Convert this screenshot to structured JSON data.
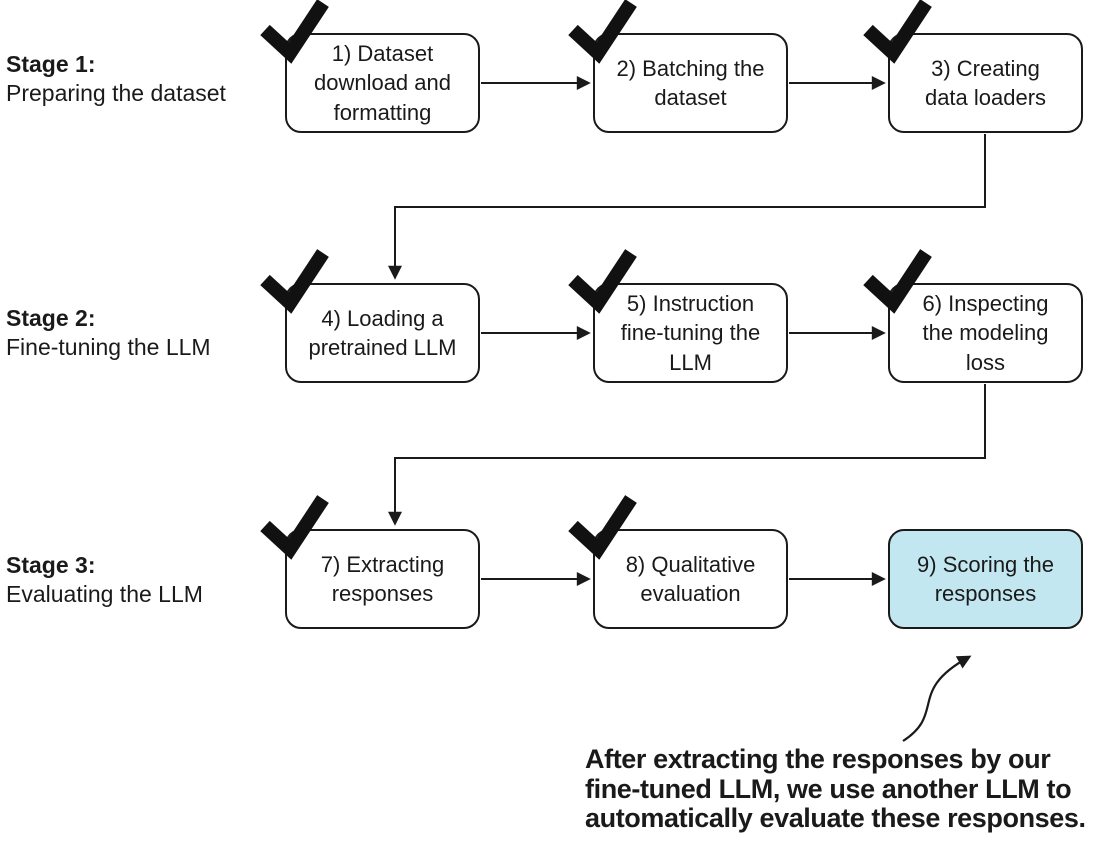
{
  "stages": [
    {
      "title": "Stage 1:",
      "subtitle": "Preparing the dataset"
    },
    {
      "title": "Stage 2:",
      "subtitle": "Fine-tuning the LLM"
    },
    {
      "title": "Stage 3:",
      "subtitle": "Evaluating the LLM"
    }
  ],
  "boxes": [
    {
      "label": "1) Dataset\ndownload and\nformatting",
      "checked": true,
      "highlighted": false
    },
    {
      "label": "2) Batching the\ndataset",
      "checked": true,
      "highlighted": false
    },
    {
      "label": "3) Creating\ndata loaders",
      "checked": true,
      "highlighted": false
    },
    {
      "label": "4) Loading a\npretrained LLM",
      "checked": true,
      "highlighted": false
    },
    {
      "label": "5) Instruction\nfine-tuning the\nLLM",
      "checked": true,
      "highlighted": false
    },
    {
      "label": "6) Inspecting\nthe modeling\nloss",
      "checked": true,
      "highlighted": false
    },
    {
      "label": "7) Extracting\nresponses",
      "checked": true,
      "highlighted": false
    },
    {
      "label": "8) Qualitative\nevaluation",
      "checked": true,
      "highlighted": false
    },
    {
      "label": "9) Scoring the\nresponses",
      "checked": false,
      "highlighted": true
    }
  ],
  "annotation": "After extracting the responses by our\nfine-tuned LLM, we use another LLM to\nautomatically evaluate these responses.",
  "colors": {
    "highlight_fill": "#c3e7f1",
    "box_fill": "#ffffff",
    "line": "#1a1a1a",
    "text": "#1a1a1a"
  }
}
